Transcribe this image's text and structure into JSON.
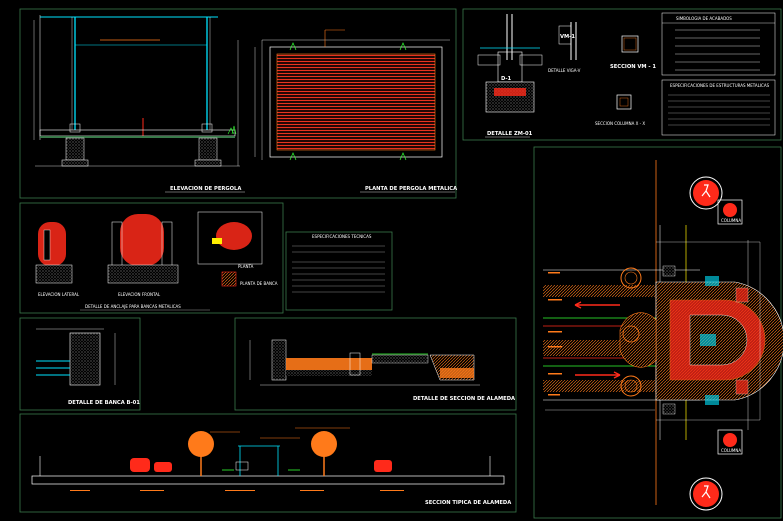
{
  "titles": {
    "pergola_elevation": "ELEVACION DE PERGOLA",
    "pergola_plan": "PLANTA DE PERGOLA METALICA",
    "detail_zd": "DETALLE ZM-01",
    "detail_vm": "DETALLE VIGA-V",
    "section_v1": "SECCION VM - 1",
    "section_col": "SECCION COLUMNA X - X",
    "lateral_elev": "ELEVACION LATERAL",
    "frontal_elev": "ELEVACION FRONTAL",
    "plan_label": "PLANTA",
    "plant_detail": "PLANTA DE BANCA",
    "bench_anchor": "DETALLE DE ANCLAJE PARA BANCAS METALICAS",
    "bench_detail": "DETALLE DE BANCA B-01",
    "alameda_detail": "DETALLE DE SECCION DE ALAMEDA",
    "alameda_section": "SECCION TIPICA DE ALAMEDA"
  },
  "legend": {
    "title": "SIMBOLOGIA DE ACABADOS",
    "specs_title": "ESPECIFICACIONES DE ESTRUCTURAS METALICAS",
    "anchor_specs_title": "ESPECIFICACIONES TECNICAS"
  },
  "plan_signs": {
    "column": "COLUMNA",
    "column2": "COLUMNA"
  },
  "colors": {
    "white": "#ffffff",
    "red": "#ff2a1a",
    "orange": "#ff7a1a",
    "yellow": "#ffee00",
    "green": "#33ff33",
    "cyan": "#00e5ff",
    "magenta": "#ff33ff",
    "frame": "#3a7a4a"
  }
}
